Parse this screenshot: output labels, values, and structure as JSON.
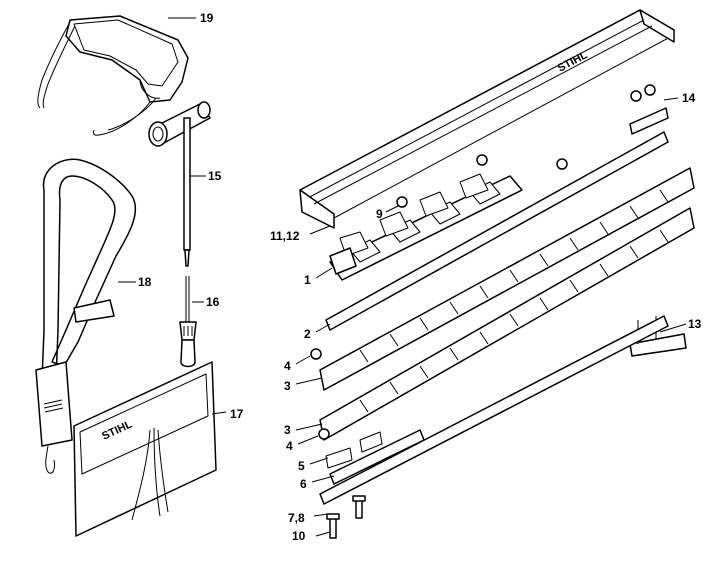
{
  "brand": "STIHL",
  "labels": {
    "l19": "19",
    "l14": "14",
    "l15": "15",
    "l9": "9",
    "l11_12": "11,12",
    "l18": "18",
    "l1": "1",
    "l16": "16",
    "l2": "2",
    "l13": "13",
    "l4a": "4",
    "l3a": "3",
    "l17": "17",
    "l3b": "3",
    "l4b": "4",
    "l5": "5",
    "l6": "6",
    "l7_8": "7,8",
    "l10": "10"
  }
}
